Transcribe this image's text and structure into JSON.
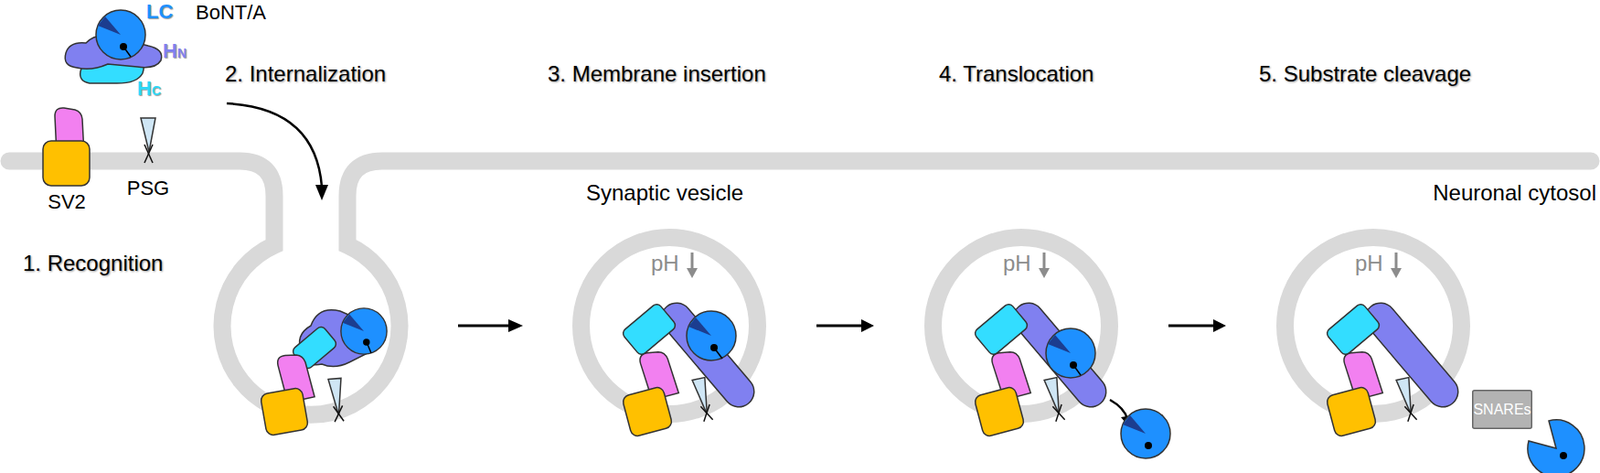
{
  "diagram": {
    "nodes": [
      {
        "text": [
          "SV2"
        ]
      },
      {
        "text": [
          "PSG"
        ]
      },
      {
        "text": [
          "pH"
        ]
      },
      {
        "text": [
          "pH"
        ]
      },
      {
        "text": [
          "pH"
        ]
      },
      {
        "text": [
          "SNAREs"
        ]
      }
    ],
    "edges": [
      {
        "from": 2,
        "to": 3,
        "arrow": "to"
      },
      {
        "from": 3,
        "to": 4,
        "arrow": "to"
      }
    ],
    "labels": [
      "LC",
      "BoNT/A",
      "2. Internalization",
      "3. Membrane insertion",
      "4. Translocation",
      "5. Substrate cleavage",
      "HN",
      "HC",
      "1. Recognition",
      "Synaptic vesicle",
      "Neuronal cytosol"
    ]
  }
}
